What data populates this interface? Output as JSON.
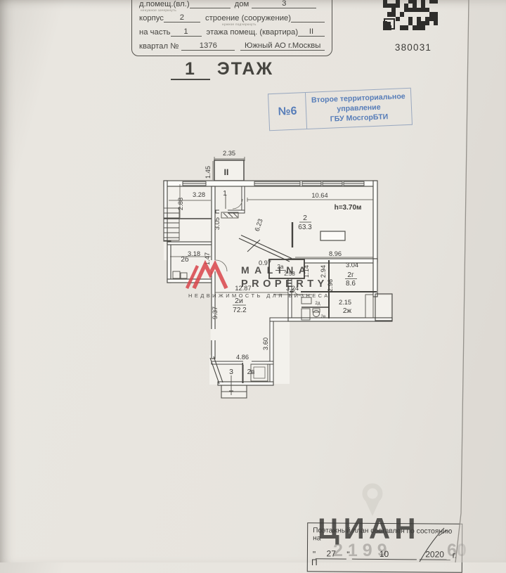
{
  "form": {
    "row1": {
      "label": "д.помещ.(вл.)",
      "mid": "дом",
      "value": "3",
      "note": "ненужное зачеркнуть"
    },
    "row2": {
      "label": "корпус",
      "value": "2",
      "label2": "строение (сооружение)",
      "note": "нужное подчеркнуть"
    },
    "row3": {
      "label": "на часть",
      "value": "1",
      "label2": "этажа помещ. (квартира)",
      "value2": "II"
    },
    "row4": {
      "label": "квартал №",
      "value": "1376",
      "value2": "Южный АО г.Москвы"
    }
  },
  "qr": {
    "number": "380031"
  },
  "title": {
    "number": "1",
    "word": "ЭТАЖ"
  },
  "stamp": {
    "number": "№6",
    "lines": [
      "Второе территориальное",
      "управление",
      "ГБУ МосгорБТИ"
    ]
  },
  "plan": {
    "labels": {
      "entry_mark": "II",
      "top_w": "2.35",
      "top_h": "1.45",
      "room1": "1",
      "w328": "3.28",
      "w288": "2.88",
      "w1064": "10.64",
      "height": "h=3.70м",
      "w305": "3.05",
      "w623": "6.23",
      "room2": "2",
      "room2_area": "63.3",
      "w896": "8.96",
      "w097": "0.97",
      "room2a": "2а",
      "room2a_area": "2.58",
      "w114": "1.14",
      "w294": "2.94",
      "w304": "3.04",
      "room2g": "2г",
      "room2g_area": "8.6",
      "w296": "2.96",
      "w318": "3.18",
      "room2b": "2б",
      "w147": "1.47",
      "w1287": "12.87",
      "w324": "3.24",
      "room2i": "2и",
      "room2i_area": "72.2",
      "w937": "9.37",
      "room2d": "2д",
      "room2e": "2е",
      "w215": "2.15",
      "room2zh": "2ж",
      "w360": "3.60",
      "w486": "4.86",
      "room3": "3",
      "room2v": "2в"
    }
  },
  "watermark": {
    "brand_top": "MALINA",
    "brand_bottom": "PROPERTY",
    "tagline": "НЕДВИЖИМОСТЬ ДЛЯ БИЗНЕСА",
    "faint_text": "ЦИАН",
    "digits1": "2199",
    "digits2": "60"
  },
  "footer": {
    "title": "Поэтажный план составлен по состоянию на",
    "open_q": "\"",
    "day": "27",
    "close_q": "\"",
    "month": "10",
    "year": "2020",
    "suffix": "г.",
    "cut": "П"
  },
  "colors": {
    "paper": "#e7e4de",
    "ink": "#3f3e3b",
    "red_mark": "#c84b42",
    "stamp_blue": "#4a74b5",
    "brand_red": "#d8444a"
  }
}
